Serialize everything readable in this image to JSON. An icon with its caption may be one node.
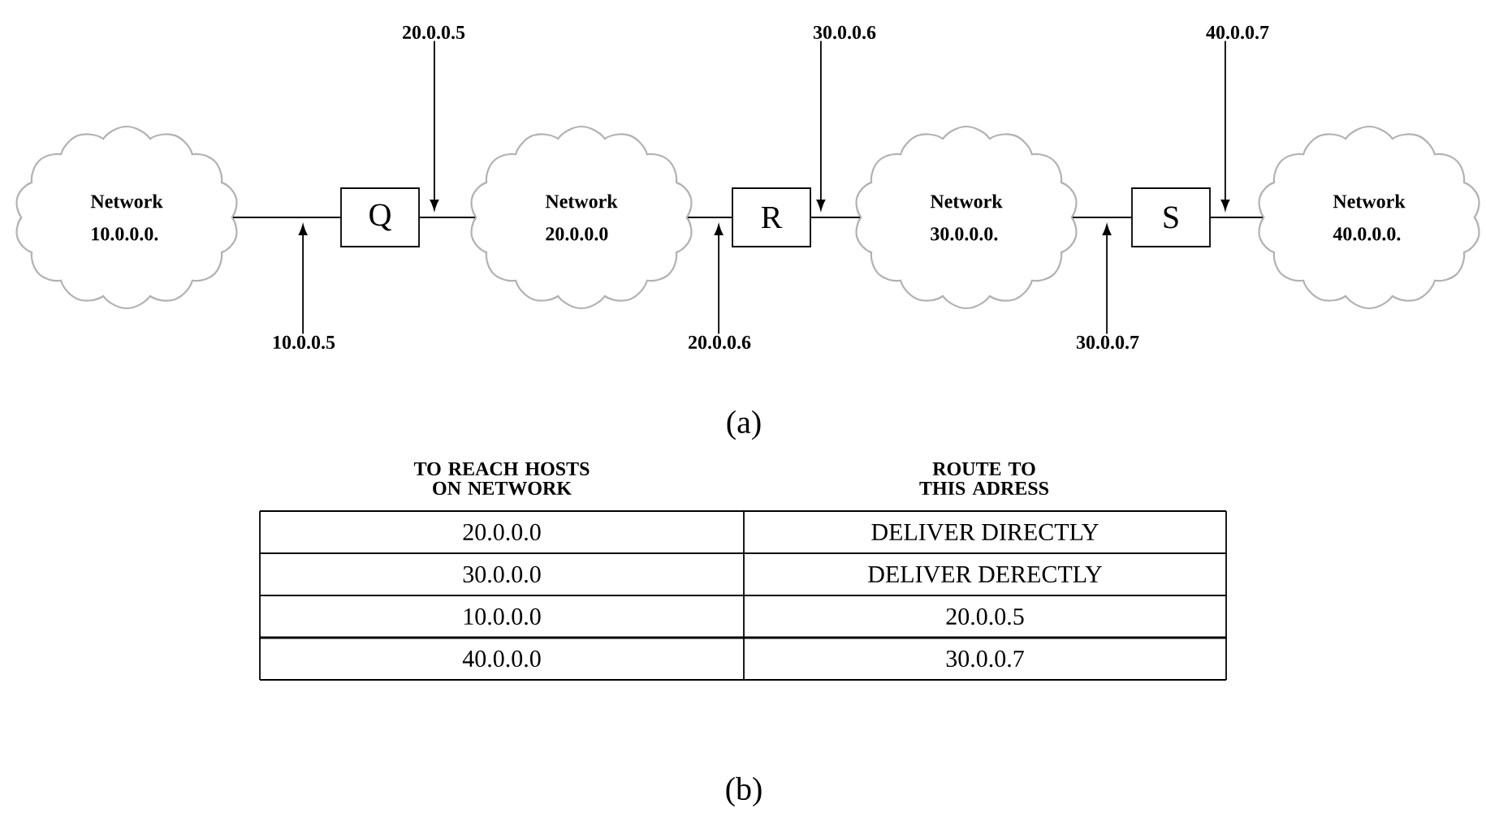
{
  "diagram": {
    "nodes": [
      {
        "text": [
          "Network",
          "10.0.0.0."
        ]
      },
      {
        "text": [
          "Q"
        ]
      },
      {
        "text": [
          "Network",
          "20.0.0.0"
        ]
      },
      {
        "text": [
          "R"
        ]
      },
      {
        "text": [
          "Network",
          "30.0.0.0."
        ]
      },
      {
        "text": [
          "S"
        ]
      },
      {
        "text": [
          "Network",
          "40.0.0.0."
        ]
      },
      {
        "text": [
          "20.0.0.5"
        ]
      },
      {
        "text": [
          "10.0.0.5"
        ]
      },
      {
        "text": [
          "30.0.0.6"
        ]
      },
      {
        "text": [
          "20.0.0.6"
        ]
      },
      {
        "text": [
          "40.0.0.7"
        ]
      },
      {
        "text": [
          "30.0.0.7"
        ]
      }
    ],
    "edges": [
      {
        "from": 0,
        "to": 1,
        "arrow": "none"
      },
      {
        "from": 1,
        "to": 2,
        "arrow": "none"
      },
      {
        "from": 2,
        "to": 3,
        "arrow": "none"
      },
      {
        "from": 3,
        "to": 4,
        "arrow": "none"
      },
      {
        "from": 4,
        "to": 5,
        "arrow": "none"
      },
      {
        "from": 5,
        "to": 6,
        "arrow": "none"
      },
      {
        "from": 7,
        "to": 1,
        "arrow": "to"
      },
      {
        "from": 8,
        "to": 1,
        "arrow": "to"
      },
      {
        "from": 9,
        "to": 3,
        "arrow": "to"
      },
      {
        "from": 10,
        "to": 3,
        "arrow": "to"
      },
      {
        "from": 11,
        "to": 5,
        "arrow": "to"
      },
      {
        "from": 12,
        "to": 5,
        "arrow": "to"
      }
    ],
    "labels": [
      "(a)",
      "TO REACH HOSTS ON NETWORK",
      "ROUTE TO THIS ADRESS",
      "20.0.0.0",
      "DELIVER DIRECTLY",
      "30.0.0.0",
      "DELIVER DERECTLY",
      "10.0.0.0",
      "20.0.0.5",
      "40.0.0.0",
      "30.0.0.7",
      "(b)"
    ]
  }
}
